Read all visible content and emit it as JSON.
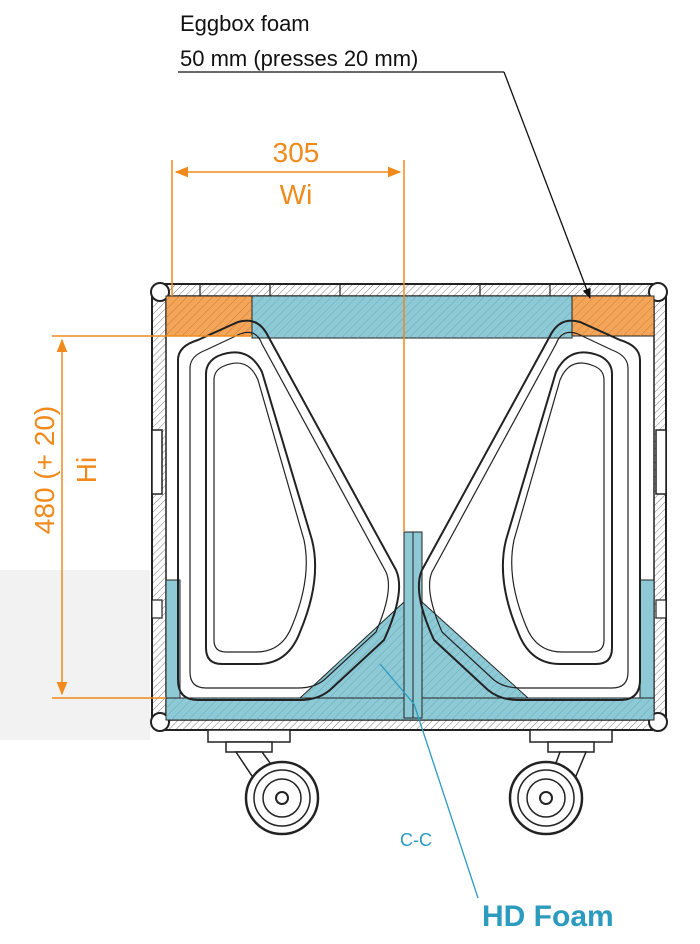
{
  "callout_top": {
    "line1": "Eggbox foam",
    "line2": "50 mm (presses 20 mm)"
  },
  "dim_width": {
    "value": "305",
    "symbol": "Wi"
  },
  "dim_height": {
    "value": "480 (+ 20)",
    "symbol": "Hi"
  },
  "section_label": "C-C",
  "callout_bottom": "HD Foam",
  "colors": {
    "dimension": "#f08a1c",
    "foam_hd": "#8ec9d6",
    "foam_eggbox": "#f3a65a",
    "callout_blue": "#2b9bbf",
    "line": "#222222"
  }
}
